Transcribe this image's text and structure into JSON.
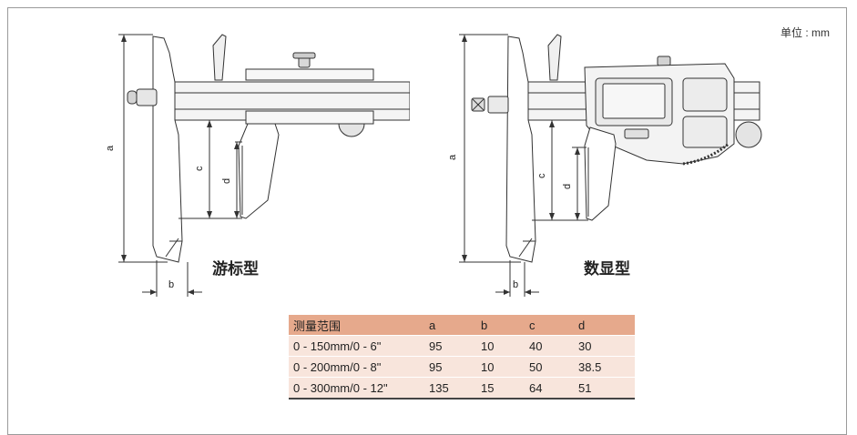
{
  "unit_label": "单位 : mm",
  "diagram_left": {
    "caption": "游标型",
    "dims": {
      "a": "a",
      "b": "b",
      "c": "c",
      "d": "d"
    }
  },
  "diagram_right": {
    "caption": "数显型",
    "dims": {
      "a": "a",
      "b": "b",
      "c": "c",
      "d": "d"
    }
  },
  "table": {
    "headers": [
      "测量范围",
      "a",
      "b",
      "c",
      "d"
    ],
    "rows": [
      [
        "0 - 150mm/0 - 6\"",
        "95",
        "10",
        "40",
        "30"
      ],
      [
        "0 - 200mm/0 - 8\"",
        "95",
        "10",
        "50",
        "38.5"
      ],
      [
        "0 - 300mm/0 - 12\"",
        "135",
        "15",
        "64",
        "51"
      ]
    ]
  }
}
